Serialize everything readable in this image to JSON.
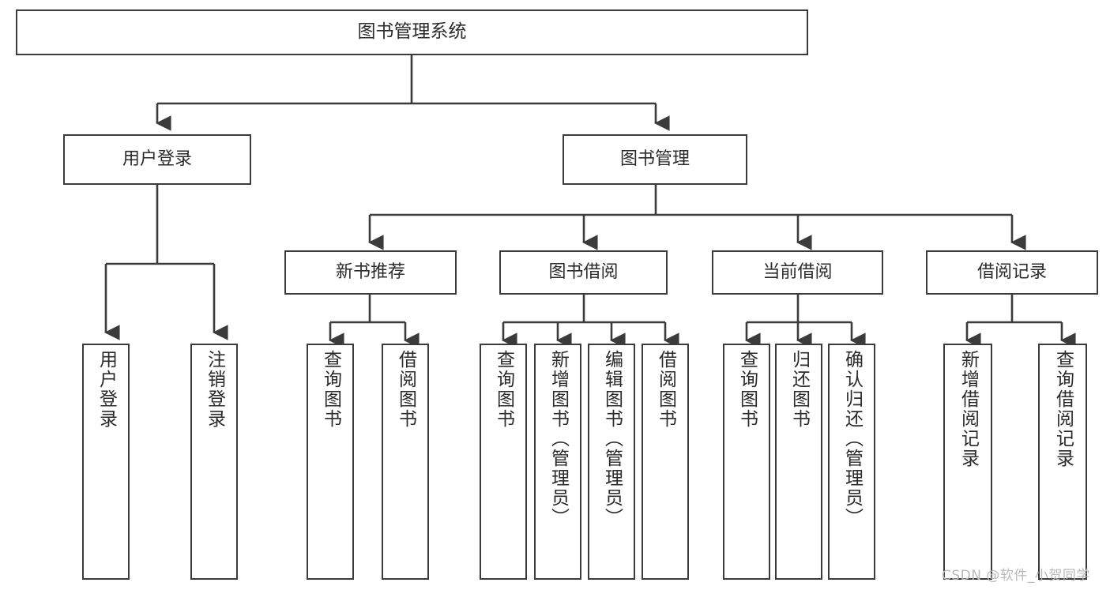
{
  "diagram": {
    "title": "图书管理系统",
    "type": "tree-hierarchy-chart",
    "watermark": "CSDN @软件_小贺同学",
    "colors": {
      "background": "#ffffff",
      "box_border": "#3b3b3b",
      "box_fill": "#ffffff",
      "text": "#2b2b2b",
      "edge": "#3b3b3b",
      "watermark": "#b9b9b9"
    },
    "levels": {
      "root": "图书管理系统",
      "level1": [
        "用户登录",
        "图书管理"
      ],
      "level2": [
        "新书推荐",
        "图书借阅",
        "当前借阅",
        "借阅记录"
      ]
    },
    "nodes": {
      "root": {
        "label": "图书管理系统",
        "level": 0
      },
      "user_login": {
        "label": "用户登录",
        "level": 1
      },
      "book_manage": {
        "label": "图书管理",
        "level": 1
      },
      "new_book_rec": {
        "label": "新书推荐",
        "level": 2
      },
      "book_borrow": {
        "label": "图书借阅",
        "level": 2
      },
      "current_borrow": {
        "label": "当前借阅",
        "level": 2
      },
      "borrow_record": {
        "label": "借阅记录",
        "level": 2
      }
    },
    "leaves": {
      "user_login": [
        "用户登录",
        "注销登录"
      ],
      "new_book_rec": [
        "查询图书",
        "借阅图书"
      ],
      "book_borrow": [
        "查询图书",
        "新增图书（管理员）",
        "编辑图书（管理员）",
        "借阅图书"
      ],
      "current_borrow": [
        "查询图书",
        "归还图书",
        "确认归还（管理员）"
      ],
      "borrow_record": [
        "新增借阅记录",
        "查询借阅记录"
      ]
    }
  }
}
